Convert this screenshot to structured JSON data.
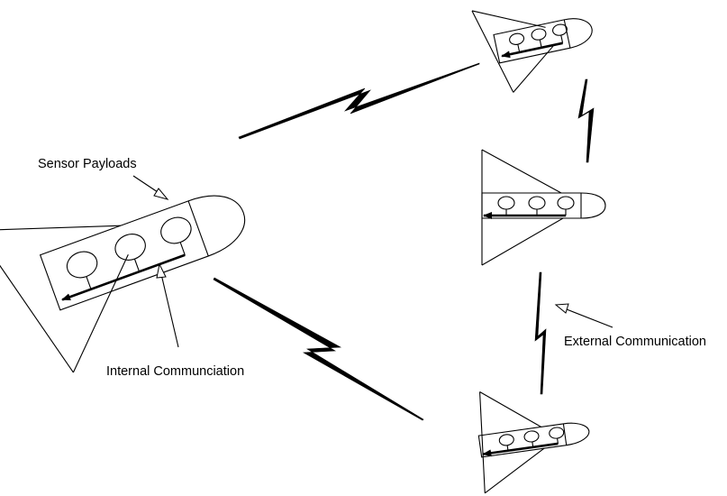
{
  "labels": {
    "sensor_payloads": "Sensor Payloads",
    "internal_communication": "Internal Communciation",
    "external_communication": "External Communication"
  }
}
